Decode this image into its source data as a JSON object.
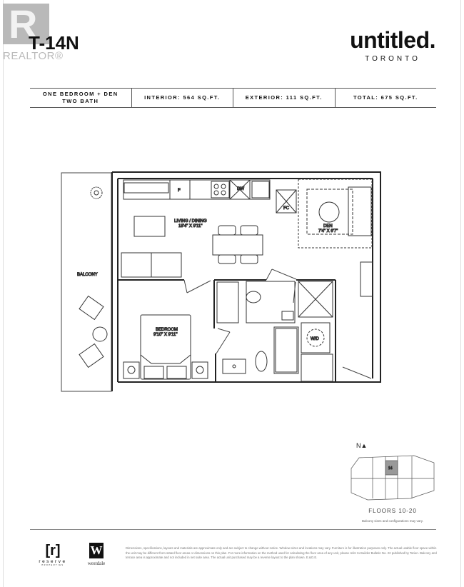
{
  "watermark": {
    "logo_letter": "R",
    "text": "REALTOR®"
  },
  "header": {
    "unit": "T-14N",
    "brand": "untitled.",
    "city": "TORONTO"
  },
  "specs": {
    "type_line1": "ONE BEDROOM + DEN",
    "type_line2": "TWO BATH",
    "interior": "INTERIOR: 564 SQ.FT.",
    "exterior": "EXTERIOR: 111 SQ.FT.",
    "total": "TOTAL: 675 SQ.FT."
  },
  "plan": {
    "balcony": "BALCONY",
    "living_name": "LIVING / DINING",
    "living_dim": "18'4\" X 9'11\"",
    "den_name": "DEN",
    "den_dim": "7'4\" X 6'7\"",
    "bedroom_name": "BEDROOM",
    "bedroom_dim": "9'10\" X 9'11\"",
    "fridge": "F",
    "dishwasher": "DW",
    "closet": "FC",
    "washer_dryer": "W/D"
  },
  "keyplan": {
    "north": "N▲",
    "suite": "14",
    "floors": "FLOORS 10-20",
    "note": "Balcony sizes and configurations may vary."
  },
  "footer": {
    "reserve_mark": "[r]",
    "reserve_name": "reserve",
    "reserve_sub": "PROPERTIES",
    "westdale_mark": "W",
    "westdale_name": "westdale",
    "disclaimer": "Dimensions, specifications, layouts and materials are approximate only and are subject to change without notice. Window sizes and locations may vary. Furniture is for illustration purposes only. The actual usable floor space within the unit may be different from stated floor areas or dimensions on this plan. For more information on the method used for calculating the floor area of any unit, please refer to Builder Bulletin No. 22 published by Tarion. Balcony and terrace area is approximate and not included in net suite area. The actual unit purchased may be a reverse layout to the plan shown. E.&O.E."
  }
}
